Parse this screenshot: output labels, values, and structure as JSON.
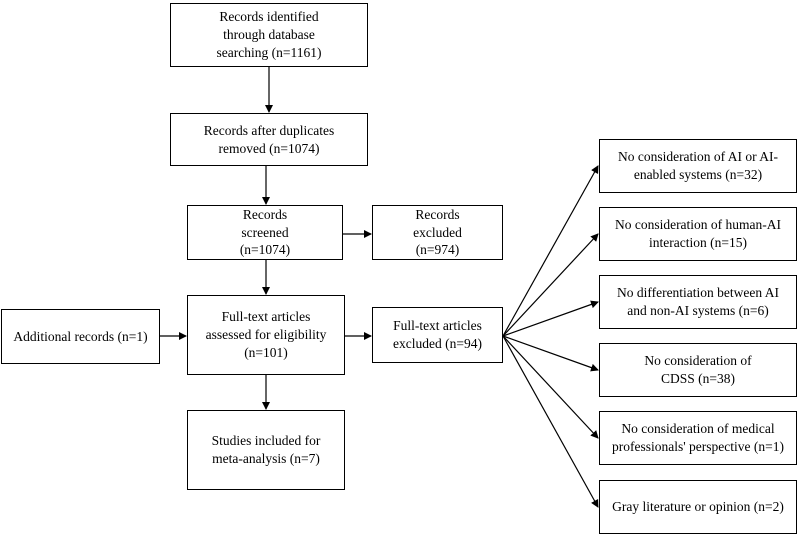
{
  "flow": {
    "identified": "Records identified through database searching (n=1161)",
    "after_duplicates": "Records after duplicates removed (n=1074)",
    "screened": "Records screened (n=1074)",
    "excluded": "Records excluded (n=974)",
    "additional": "Additional records (n=1)",
    "fulltext": "Full-text articles assessed for eligibility (n=101)",
    "fulltext_excluded": "Full-text articles excluded (n=94)",
    "included": "Studies included for meta-analysis (n=7)"
  },
  "reasons": [
    "No consideration of AI or AI-enabled systems (n=32)",
    "No consideration of human-AI interaction (n=15)",
    "No differentiation between AI and non-AI systems (n=6)",
    "No consideration of CDSS (n=38)",
    "No consideration of medical professionals' perspective (n=1)",
    "Gray literature or opinion (n=2)"
  ]
}
